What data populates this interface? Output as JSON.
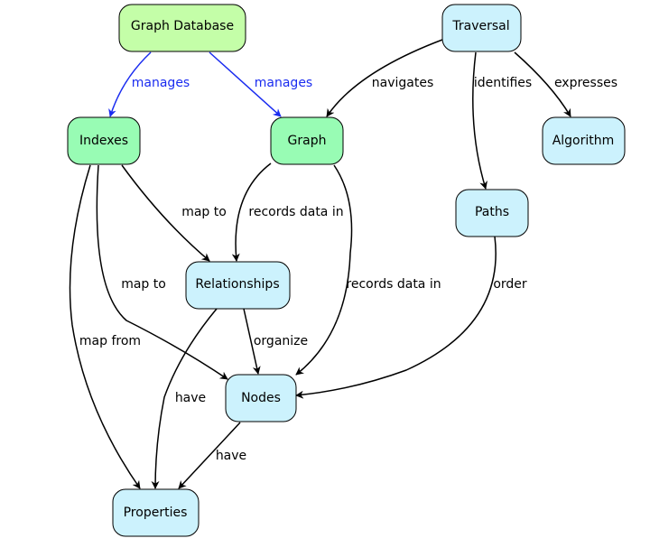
{
  "colors": {
    "light_green": "#c4fea8",
    "green": "#98fcb4",
    "light_blue": "#ccf2fd",
    "edge_black": "#000000",
    "edge_blue": "#1a2cf0"
  },
  "nodes": {
    "graph_database": {
      "label": "Graph Database"
    },
    "traversal": {
      "label": "Traversal"
    },
    "indexes": {
      "label": "Indexes"
    },
    "graph": {
      "label": "Graph"
    },
    "algorithm": {
      "label": "Algorithm"
    },
    "paths": {
      "label": "Paths"
    },
    "relationships": {
      "label": "Relationships"
    },
    "nodes": {
      "label": "Nodes"
    },
    "properties": {
      "label": "Properties"
    }
  },
  "edges": {
    "gd_indexes": {
      "label": "manages"
    },
    "gd_graph": {
      "label": "manages"
    },
    "traversal_graph": {
      "label": "navigates"
    },
    "traversal_paths": {
      "label": "identifies"
    },
    "traversal_algorithm": {
      "label": "expresses"
    },
    "indexes_relationships": {
      "label": "map to"
    },
    "indexes_nodes": {
      "label": "map to"
    },
    "indexes_properties": {
      "label": "map from"
    },
    "graph_relationships": {
      "label": "records data in"
    },
    "graph_nodes": {
      "label": "records data in"
    },
    "paths_nodes": {
      "label": "order"
    },
    "relationships_nodes": {
      "label": "organize"
    },
    "relationships_properties": {
      "label": "have"
    },
    "nodes_properties": {
      "label": "have"
    }
  }
}
